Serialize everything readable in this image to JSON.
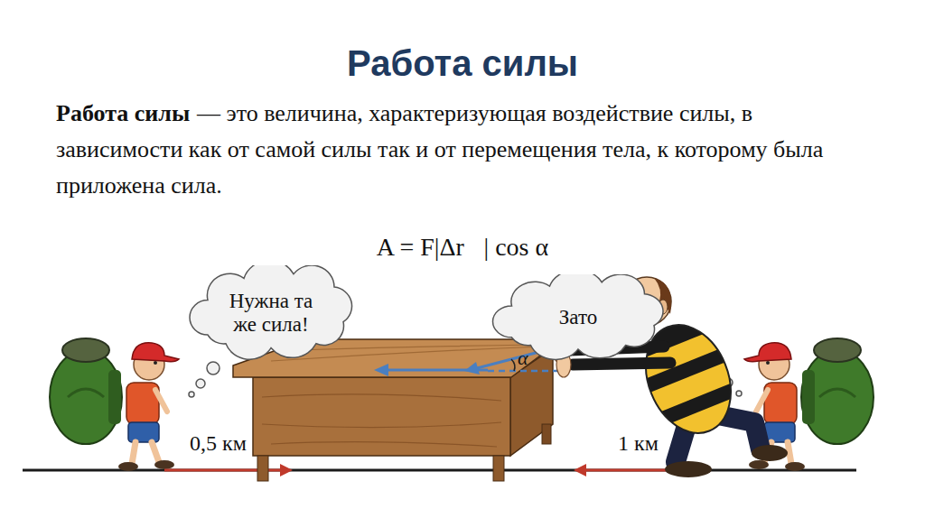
{
  "diagram": {
    "title": "Работа силы",
    "nodes": [
      {
        "text": [
          "Нужна та же сила!"
        ]
      },
      {
        "text": [
          "Зато"
        ]
      }
    ],
    "labels": [
      "Работа силы",
      "— это величина, характеризующая воздействие силы, в зависимости как от самой силы так и от перемещения тела, к которому была приложена сила.",
      "A = F|Δr⃗| cos α",
      "α",
      "0,5 км",
      "1 км"
    ]
  }
}
